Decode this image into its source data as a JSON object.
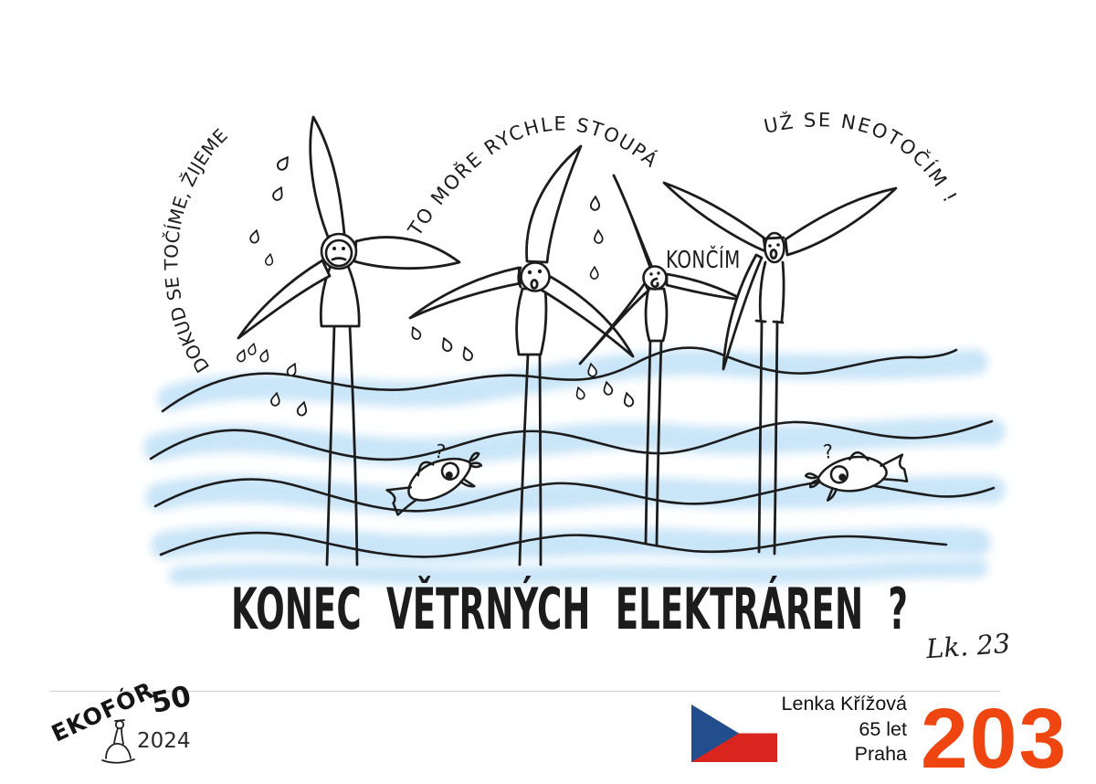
{
  "cartoon": {
    "turbine1_speech": "DOKUD SE TOČÍME, ŽIJEME",
    "turbine2_speech": "TO MOŘE RYCHLE STOUPÁ",
    "turbine3_speech": "KONČÍM",
    "turbine4_speech": "UŽ SE NEOTOČÍM !",
    "fish_left_question": "?",
    "fish_right_question": "?",
    "caption": "KONEC VĚTRNÝCH ELEKTRÁREN ?",
    "signature": "Lk. 23"
  },
  "footer": {
    "logo_title": "EKOFÓR",
    "logo_edition": "50",
    "logo_year": "2024",
    "author_name": "Lenka Křížová",
    "author_age": "65 let",
    "author_city": "Praha",
    "entry_number": "203"
  },
  "colors": {
    "water_blue": "#c9e5f8",
    "ink": "#1c1c1c",
    "entry_number": "#ee4511",
    "flag_blue": "#234e8d",
    "flag_red": "#d9251d",
    "divider_gray": "#cccccc"
  }
}
